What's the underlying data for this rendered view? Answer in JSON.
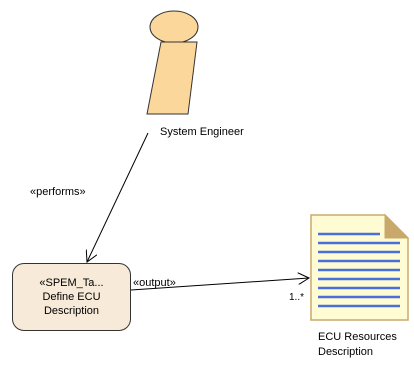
{
  "diagram": {
    "role": {
      "name": "System Engineer"
    },
    "task": {
      "stereotype": "«SPEM_Ta...",
      "line1": "Define ECU",
      "line2": "Description"
    },
    "artifact": {
      "line1": "ECU Resources",
      "line2": "Description"
    },
    "performs_label": "«performs»",
    "output_label": "«output»",
    "multiplicity": "1..*"
  },
  "colors": {
    "role_fill": "#fcd79b",
    "task_fill": "#f7ead9",
    "artifact_fill": "#fffbd3",
    "artifact_fold": "#c9a96b",
    "artifact_lines": "#4a6fd8",
    "stroke": "#333333"
  }
}
